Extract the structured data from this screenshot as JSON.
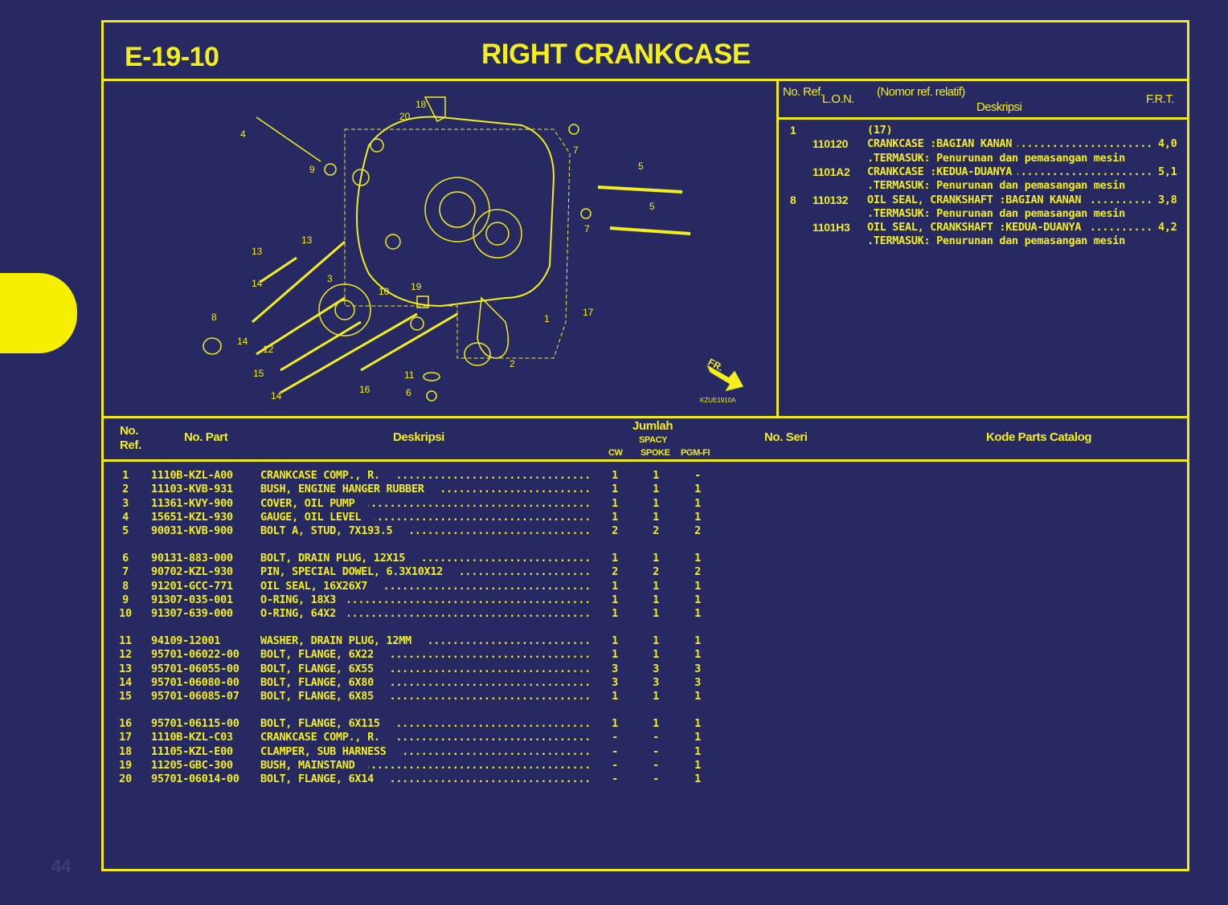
{
  "page": {
    "number": "44"
  },
  "header": {
    "code": "E-19-10",
    "title": "RIGHT CRANKCASE"
  },
  "diagram": {
    "callouts": [
      "18",
      "20",
      "4",
      "9",
      "7",
      "5",
      "5",
      "7",
      "13",
      "13",
      "14",
      "3",
      "10",
      "19",
      "8",
      "14",
      "12",
      "15",
      "11",
      "16",
      "6",
      "14",
      "1",
      "17",
      "2"
    ],
    "direction_label": "FR.",
    "drawing_code": "KZUE1910A"
  },
  "frt_table": {
    "headers": {
      "ref": "No. Ref.",
      "lon": "L.O.N.",
      "note": "(Nomor ref. relatif)",
      "desc": "Deskripsi",
      "frt": "F.R.T."
    },
    "rows": [
      {
        "ref": "1",
        "lon": "",
        "desc": "(17)",
        "frt": ""
      },
      {
        "ref": "",
        "lon": "110120",
        "desc": "CRANKCASE :BAGIAN KANAN",
        "frt": "4,0"
      },
      {
        "ref": "",
        "lon": "",
        "desc": ".TERMASUK: Penurunan dan pemasangan mesin",
        "frt": ""
      },
      {
        "ref": "",
        "lon": "1101A2",
        "desc": "CRANKCASE :KEDUA-DUANYA",
        "frt": "5,1"
      },
      {
        "ref": "",
        "lon": "",
        "desc": ".TERMASUK: Penurunan dan pemasangan mesin",
        "frt": ""
      },
      {
        "ref": "8",
        "lon": "110132",
        "desc": "OIL SEAL, CRANKSHAFT :BAGIAN KANAN",
        "frt": "3,8"
      },
      {
        "ref": "",
        "lon": "",
        "desc": ".TERMASUK: Penurunan dan pemasangan mesin",
        "frt": ""
      },
      {
        "ref": "",
        "lon": "1101H3",
        "desc": "OIL SEAL, CRANKSHAFT :KEDUA-DUANYA",
        "frt": "4,2"
      },
      {
        "ref": "",
        "lon": "",
        "desc": ".TERMASUK: Penurunan dan pemasangan mesin",
        "frt": ""
      }
    ]
  },
  "parts_table": {
    "headers": {
      "ref": "No. Ref.",
      "part": "No. Part",
      "desc": "Deskripsi",
      "qty": "Jumlah",
      "model": "SPACY",
      "cw": "CW",
      "spoke": "SPOKE",
      "pgmfi": "PGM-FI",
      "serial": "No. Seri",
      "catalog": "Kode Parts Catalog"
    },
    "rows": [
      {
        "ref": "1",
        "part": "1110B-KZL-A00",
        "desc": "CRANKCASE COMP., R.",
        "cw": "1",
        "spoke": "1",
        "pgmfi": "-"
      },
      {
        "ref": "2",
        "part": "11103-KVB-931",
        "desc": "BUSH, ENGINE HANGER RUBBER",
        "cw": "1",
        "spoke": "1",
        "pgmfi": "1"
      },
      {
        "ref": "3",
        "part": "11361-KVY-900",
        "desc": "COVER, OIL PUMP",
        "cw": "1",
        "spoke": "1",
        "pgmfi": "1"
      },
      {
        "ref": "4",
        "part": "15651-KZL-930",
        "desc": "GAUGE, OIL LEVEL",
        "cw": "1",
        "spoke": "1",
        "pgmfi": "1"
      },
      {
        "ref": "5",
        "part": "90031-KVB-900",
        "desc": "BOLT A, STUD, 7X193.5",
        "cw": "2",
        "spoke": "2",
        "pgmfi": "2"
      },
      {
        "ref": "6",
        "part": "90131-883-000",
        "desc": "BOLT, DRAIN PLUG, 12X15",
        "cw": "1",
        "spoke": "1",
        "pgmfi": "1"
      },
      {
        "ref": "7",
        "part": "90702-KZL-930",
        "desc": "PIN, SPECIAL DOWEL, 6.3X10X12",
        "cw": "2",
        "spoke": "2",
        "pgmfi": "2"
      },
      {
        "ref": "8",
        "part": "91201-GCC-771",
        "desc": "OIL SEAL, 16X26X7",
        "cw": "1",
        "spoke": "1",
        "pgmfi": "1"
      },
      {
        "ref": "9",
        "part": "91307-035-001",
        "desc": "O-RING, 18X3",
        "cw": "1",
        "spoke": "1",
        "pgmfi": "1"
      },
      {
        "ref": "10",
        "part": "91307-639-000",
        "desc": "O-RING, 64X2",
        "cw": "1",
        "spoke": "1",
        "pgmfi": "1"
      },
      {
        "ref": "11",
        "part": "94109-12001",
        "desc": "WASHER, DRAIN PLUG, 12MM",
        "cw": "1",
        "spoke": "1",
        "pgmfi": "1"
      },
      {
        "ref": "12",
        "part": "95701-06022-00",
        "desc": "BOLT, FLANGE, 6X22",
        "cw": "1",
        "spoke": "1",
        "pgmfi": "1"
      },
      {
        "ref": "13",
        "part": "95701-06055-00",
        "desc": "BOLT, FLANGE, 6X55",
        "cw": "3",
        "spoke": "3",
        "pgmfi": "3"
      },
      {
        "ref": "14",
        "part": "95701-06080-00",
        "desc": "BOLT, FLANGE, 6X80",
        "cw": "3",
        "spoke": "3",
        "pgmfi": "3"
      },
      {
        "ref": "15",
        "part": "95701-06085-07",
        "desc": "BOLT, FLANGE, 6X85",
        "cw": "1",
        "spoke": "1",
        "pgmfi": "1"
      },
      {
        "ref": "16",
        "part": "95701-06115-00",
        "desc": "BOLT, FLANGE, 6X115",
        "cw": "1",
        "spoke": "1",
        "pgmfi": "1"
      },
      {
        "ref": "17",
        "part": "1110B-KZL-C03",
        "desc": "CRANKCASE COMP., R.",
        "cw": "-",
        "spoke": "-",
        "pgmfi": "1"
      },
      {
        "ref": "18",
        "part": "11105-KZL-E00",
        "desc": "CLAMPER, SUB HARNESS",
        "cw": "-",
        "spoke": "-",
        "pgmfi": "1"
      },
      {
        "ref": "19",
        "part": "11205-GBC-300",
        "desc": "BUSH, MAINSTAND",
        "cw": "-",
        "spoke": "-",
        "pgmfi": "1"
      },
      {
        "ref": "20",
        "part": "95701-06014-00",
        "desc": "BOLT, FLANGE, 6X14",
        "cw": "-",
        "spoke": "-",
        "pgmfi": "1"
      }
    ]
  },
  "colors": {
    "background": "#262962",
    "accent": "#f4ee1a"
  }
}
